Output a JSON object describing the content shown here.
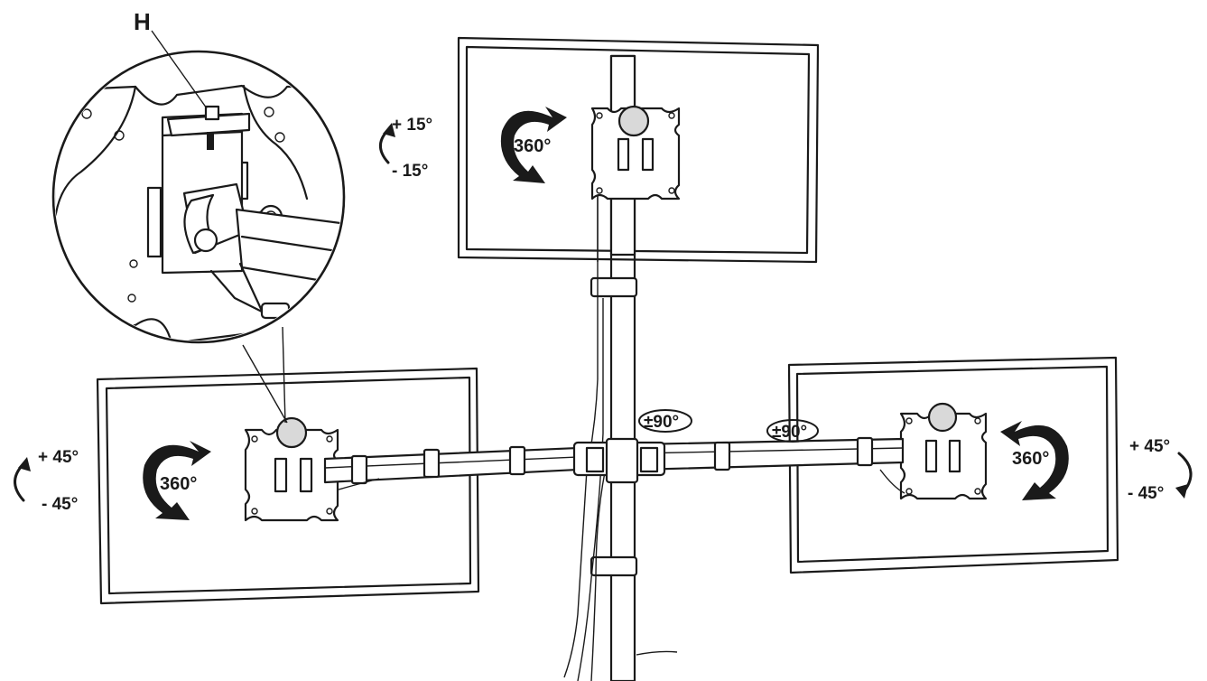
{
  "callout": {
    "part_label": "H"
  },
  "monitors": {
    "top": {
      "rotation": "360°",
      "tilt_up": "+ 15°",
      "tilt_down": "- 15°"
    },
    "left": {
      "rotation": "360°",
      "tilt_up": "+ 45°",
      "tilt_down": "- 45°"
    },
    "right": {
      "rotation": "360°",
      "tilt_up": "+ 45°",
      "tilt_down": "- 45°"
    }
  },
  "arm_swivel": {
    "left": "±90°",
    "right": "±90°"
  }
}
